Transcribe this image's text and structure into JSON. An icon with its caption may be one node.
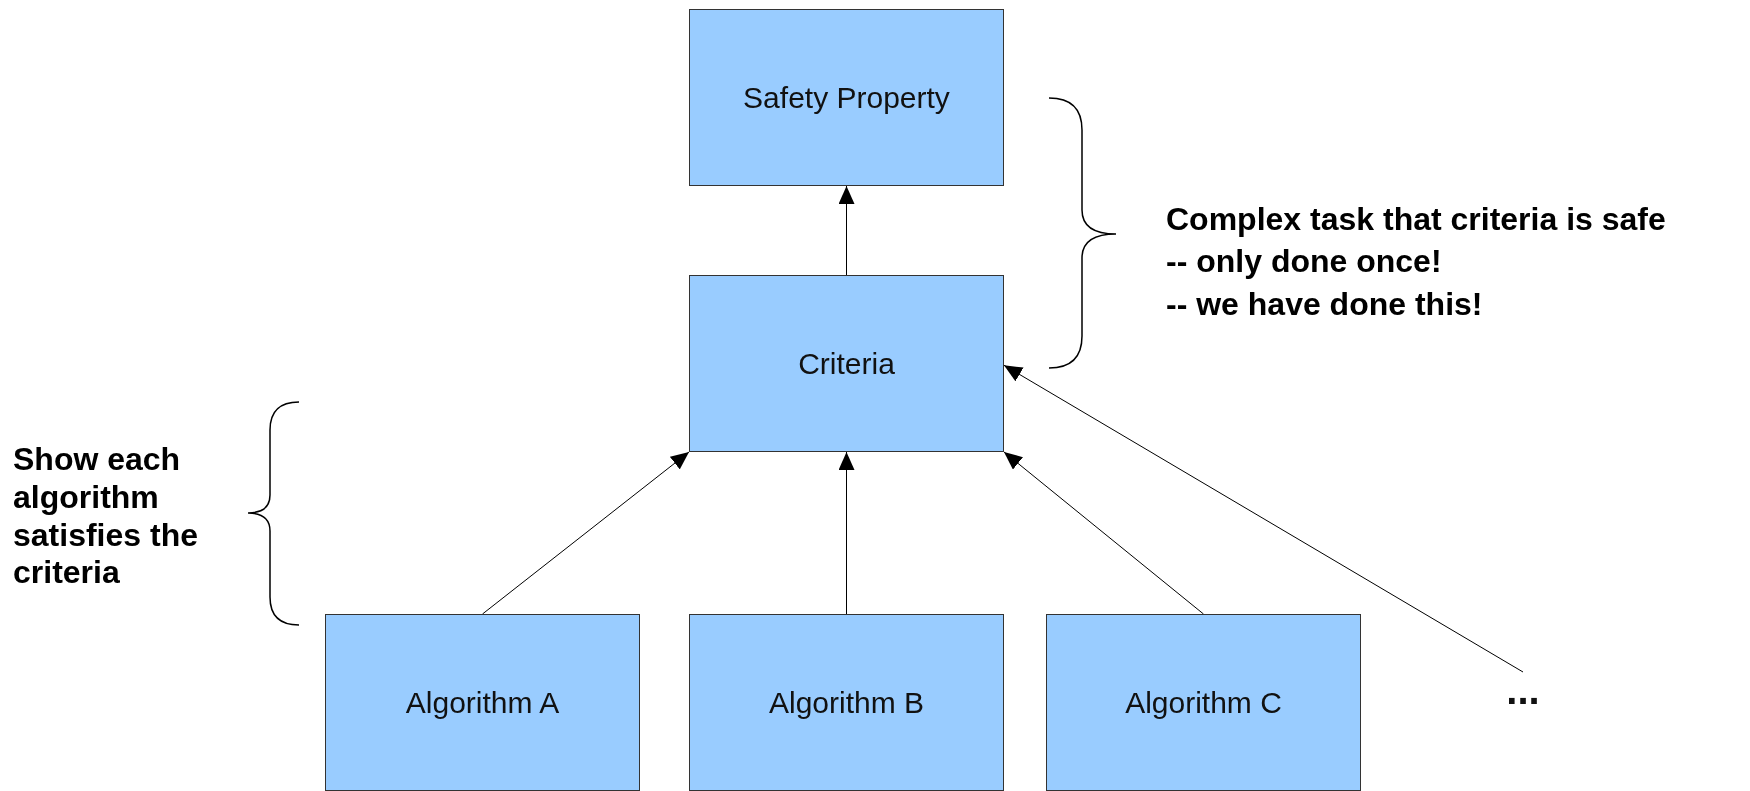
{
  "diagram": {
    "nodes": [
      {
        "text": [
          "Safety Property"
        ]
      },
      {
        "text": [
          "Criteria"
        ]
      },
      {
        "text": [
          "Algorithm A"
        ]
      },
      {
        "text": [
          "Algorithm B"
        ]
      },
      {
        "text": [
          "Algorithm C"
        ]
      },
      {
        "text": [
          "..."
        ]
      }
    ],
    "edges": [
      {
        "from": 1,
        "to": 0,
        "arrow": "to"
      },
      {
        "from": 2,
        "to": 1,
        "arrow": "to"
      },
      {
        "from": 3,
        "to": 1,
        "arrow": "to"
      },
      {
        "from": 4,
        "to": 1,
        "arrow": "to"
      },
      {
        "from": 5,
        "to": 1,
        "arrow": "to"
      }
    ],
    "labels": [
      "Complex task that criteria is safe",
      "-- only done once!",
      "-- we have done this!",
      "Show each algorithm satisfies the criteria"
    ]
  }
}
